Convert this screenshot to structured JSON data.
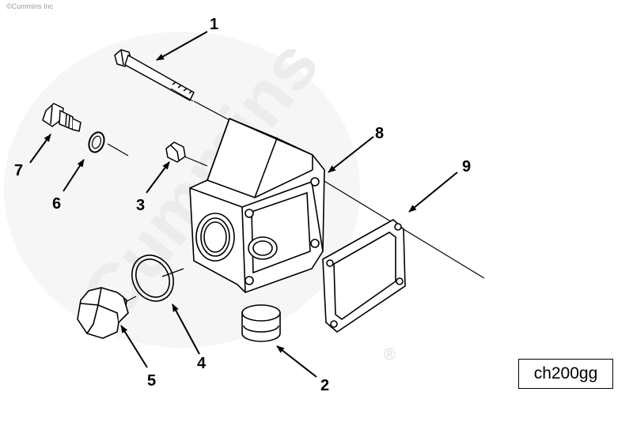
{
  "copyright": "©Cummins Inc",
  "watermark": {
    "text": "Cummins",
    "registered": "®",
    "color": "#ececec"
  },
  "reference_code": "ch200gg",
  "callouts": [
    {
      "id": "1",
      "label": "1"
    },
    {
      "id": "2",
      "label": "2"
    },
    {
      "id": "3",
      "label": "3"
    },
    {
      "id": "4",
      "label": "4"
    },
    {
      "id": "5",
      "label": "5"
    },
    {
      "id": "6",
      "label": "6"
    },
    {
      "id": "7",
      "label": "7"
    },
    {
      "id": "8",
      "label": "8"
    },
    {
      "id": "9",
      "label": "9"
    }
  ],
  "colors": {
    "line": "#000000",
    "background": "#ffffff"
  }
}
